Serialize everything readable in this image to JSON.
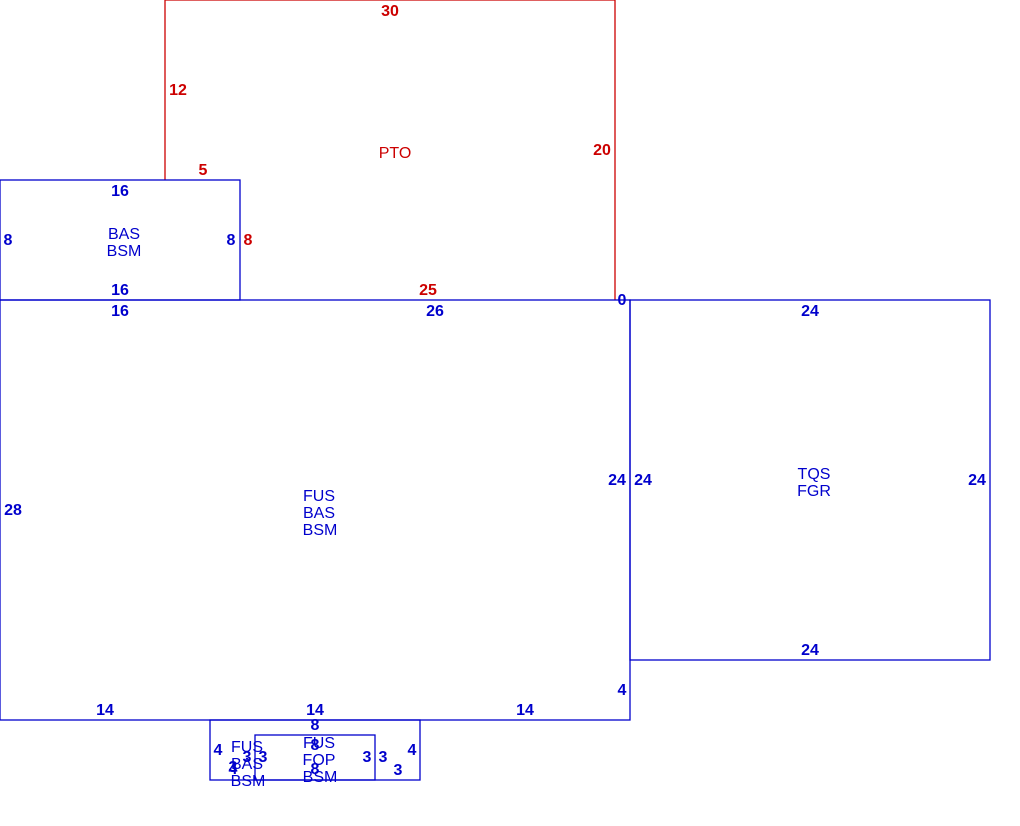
{
  "colors": {
    "primary_outline": "#0000cc",
    "patio_outline": "#cc0000",
    "background": "#ffffff"
  },
  "areas": {
    "pto": {
      "codes": [
        "PTO"
      ]
    },
    "bas_bsm": {
      "codes": [
        "BAS",
        "BSM"
      ]
    },
    "main": {
      "codes": [
        "FUS",
        "BAS",
        "BSM"
      ]
    },
    "garage": {
      "codes": [
        "TQS",
        "FGR"
      ]
    },
    "small_left": {
      "codes": [
        "FUS",
        "BAS",
        "BSM"
      ]
    },
    "porch": {
      "codes": [
        "FUS",
        "FOP",
        "BSM"
      ]
    }
  },
  "dimensions": {
    "pto": {
      "top": "30",
      "left": "12",
      "step_top": "5",
      "right": "20",
      "bottom": "25",
      "step_right": "8"
    },
    "bas_bsm": {
      "top": "16",
      "left": "8",
      "right": "8",
      "bottom": "16"
    },
    "main": {
      "top_left": "16",
      "top_right": "26",
      "left": "28",
      "right": "24",
      "bottom_left": "14",
      "bottom_mid": "14",
      "bottom_right": "14",
      "right_step": "4",
      "corner": "0"
    },
    "garage": {
      "top": "24",
      "left": "24",
      "right": "24",
      "bottom": "24"
    },
    "bump": {
      "top": "8",
      "left": "4",
      "right": "4",
      "inner_top": "8",
      "inner_left_a": "3",
      "inner_left_b": "3",
      "inner_right_a": "3",
      "inner_right_b": "3",
      "bottom_right": "3",
      "small_a": "3",
      "small_b": "4",
      "porch_bottom": "8"
    }
  }
}
